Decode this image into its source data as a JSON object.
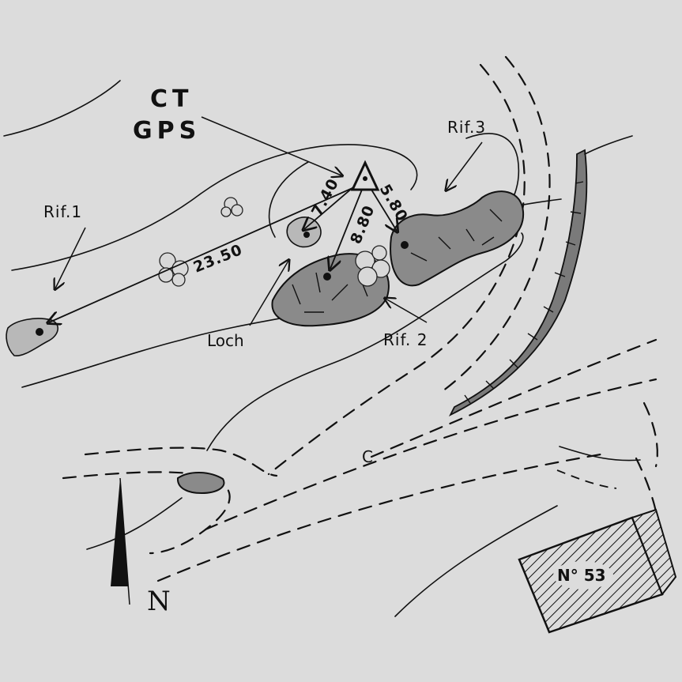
{
  "map": {
    "gps_label_line1": "CT",
    "gps_label_line2": "GPS",
    "references": {
      "rif1": "Rif.1",
      "rif2": "Rif. 2",
      "rif3": "Rif.3"
    },
    "distances": {
      "to_rif1": "23.50",
      "to_loch": "7.40",
      "to_rif2": "8.80",
      "to_rif3": "5.80"
    },
    "loch_label": "Loch",
    "house_label": "N° 53",
    "north_label": "N",
    "road_label": "C",
    "icon_names": [
      "north-arrow-icon",
      "triangle-survey-point-icon",
      "shrub-icon"
    ],
    "colors": {
      "background": "#dcdcdc",
      "ink": "#111111",
      "rock_fill": "#8a8a8a"
    }
  }
}
